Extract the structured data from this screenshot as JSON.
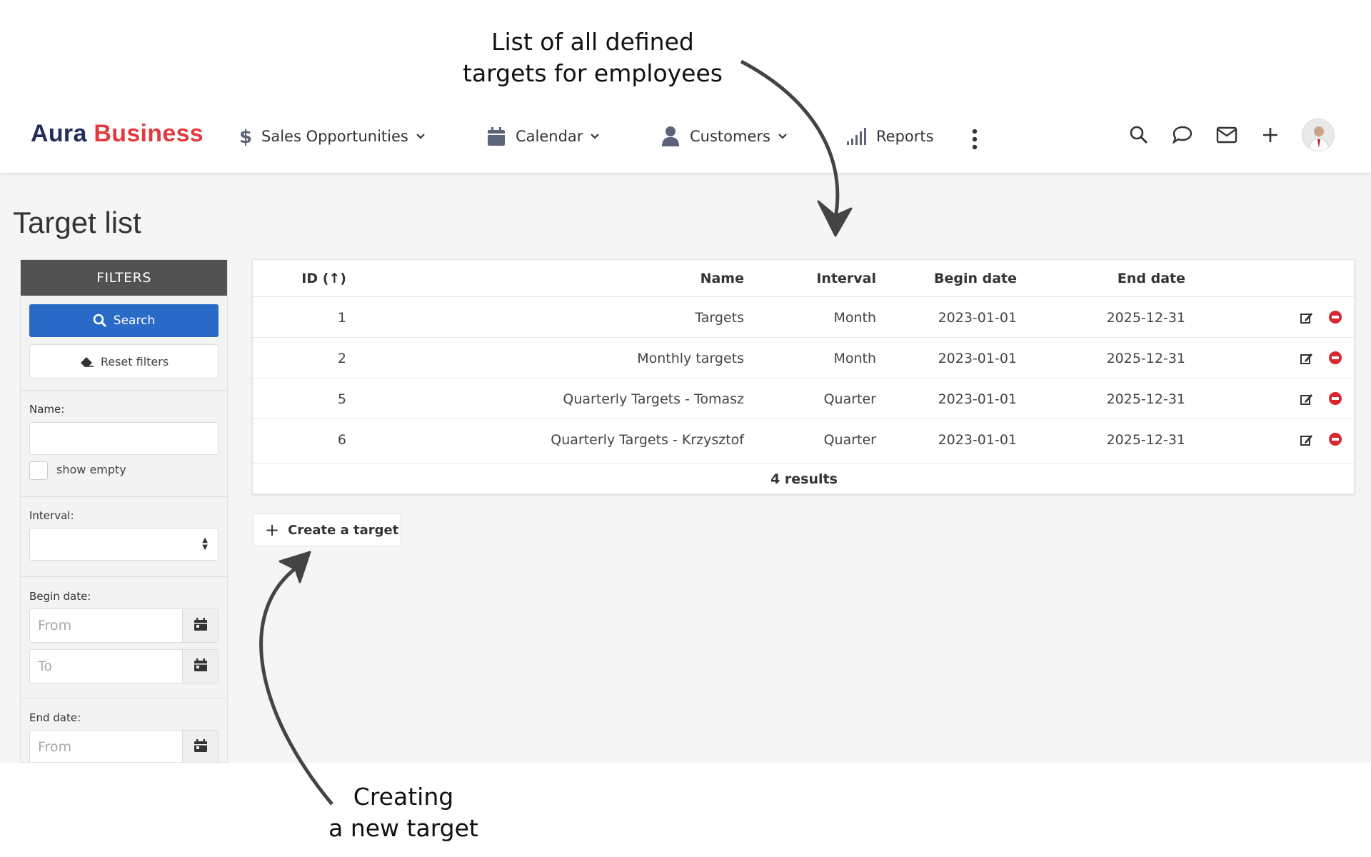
{
  "annotations": {
    "top_line1": "List of all defined",
    "top_line2": "targets for employees",
    "bottom_line1": "Creating",
    "bottom_line2": "a new target"
  },
  "logo": {
    "part1": "Aura",
    "part2": "Business"
  },
  "colors": {
    "logo_dark": "#232e5e",
    "logo_red": "#e0393e",
    "primary": "#2a6ac7",
    "danger": "#d9262f",
    "filters_header": "#525252"
  },
  "nav": {
    "items": [
      {
        "label": "Sales Opportunities",
        "icon": "dollar-icon"
      },
      {
        "label": "Calendar",
        "icon": "calendar-icon"
      },
      {
        "label": "Customers",
        "icon": "user-icon"
      },
      {
        "label": "Reports",
        "icon": "signal-bars-icon"
      }
    ],
    "right_icons": [
      "search-icon",
      "chat-icon",
      "mail-icon",
      "plus-icon"
    ]
  },
  "page": {
    "title": "Target list"
  },
  "filters": {
    "header": "FILTERS",
    "search_label": "Search",
    "reset_label": "Reset filters",
    "name_label": "Name:",
    "name_value": "",
    "show_empty_label": "show empty",
    "interval_label": "Interval:",
    "interval_value": "",
    "begin_label": "Begin date:",
    "begin_from_placeholder": "From",
    "begin_to_placeholder": "To",
    "end_label": "End date:",
    "end_from_placeholder": "From"
  },
  "table": {
    "columns": {
      "id": "ID (↑)",
      "name": "Name",
      "interval": "Interval",
      "begin": "Begin date",
      "end": "End date"
    },
    "rows": [
      {
        "id": "1",
        "name": "Targets",
        "interval": "Month",
        "begin": "2023-01-01",
        "end": "2025-12-31"
      },
      {
        "id": "2",
        "name": "Monthly targets",
        "interval": "Month",
        "begin": "2023-01-01",
        "end": "2025-12-31"
      },
      {
        "id": "5",
        "name": "Quarterly Targets - Tomasz",
        "interval": "Quarter",
        "begin": "2023-01-01",
        "end": "2025-12-31"
      },
      {
        "id": "6",
        "name": "Quarterly Targets - Krzysztof",
        "interval": "Quarter",
        "begin": "2023-01-01",
        "end": "2025-12-31"
      }
    ],
    "footer": "4 results"
  },
  "actions": {
    "create_label": "Create a target"
  }
}
